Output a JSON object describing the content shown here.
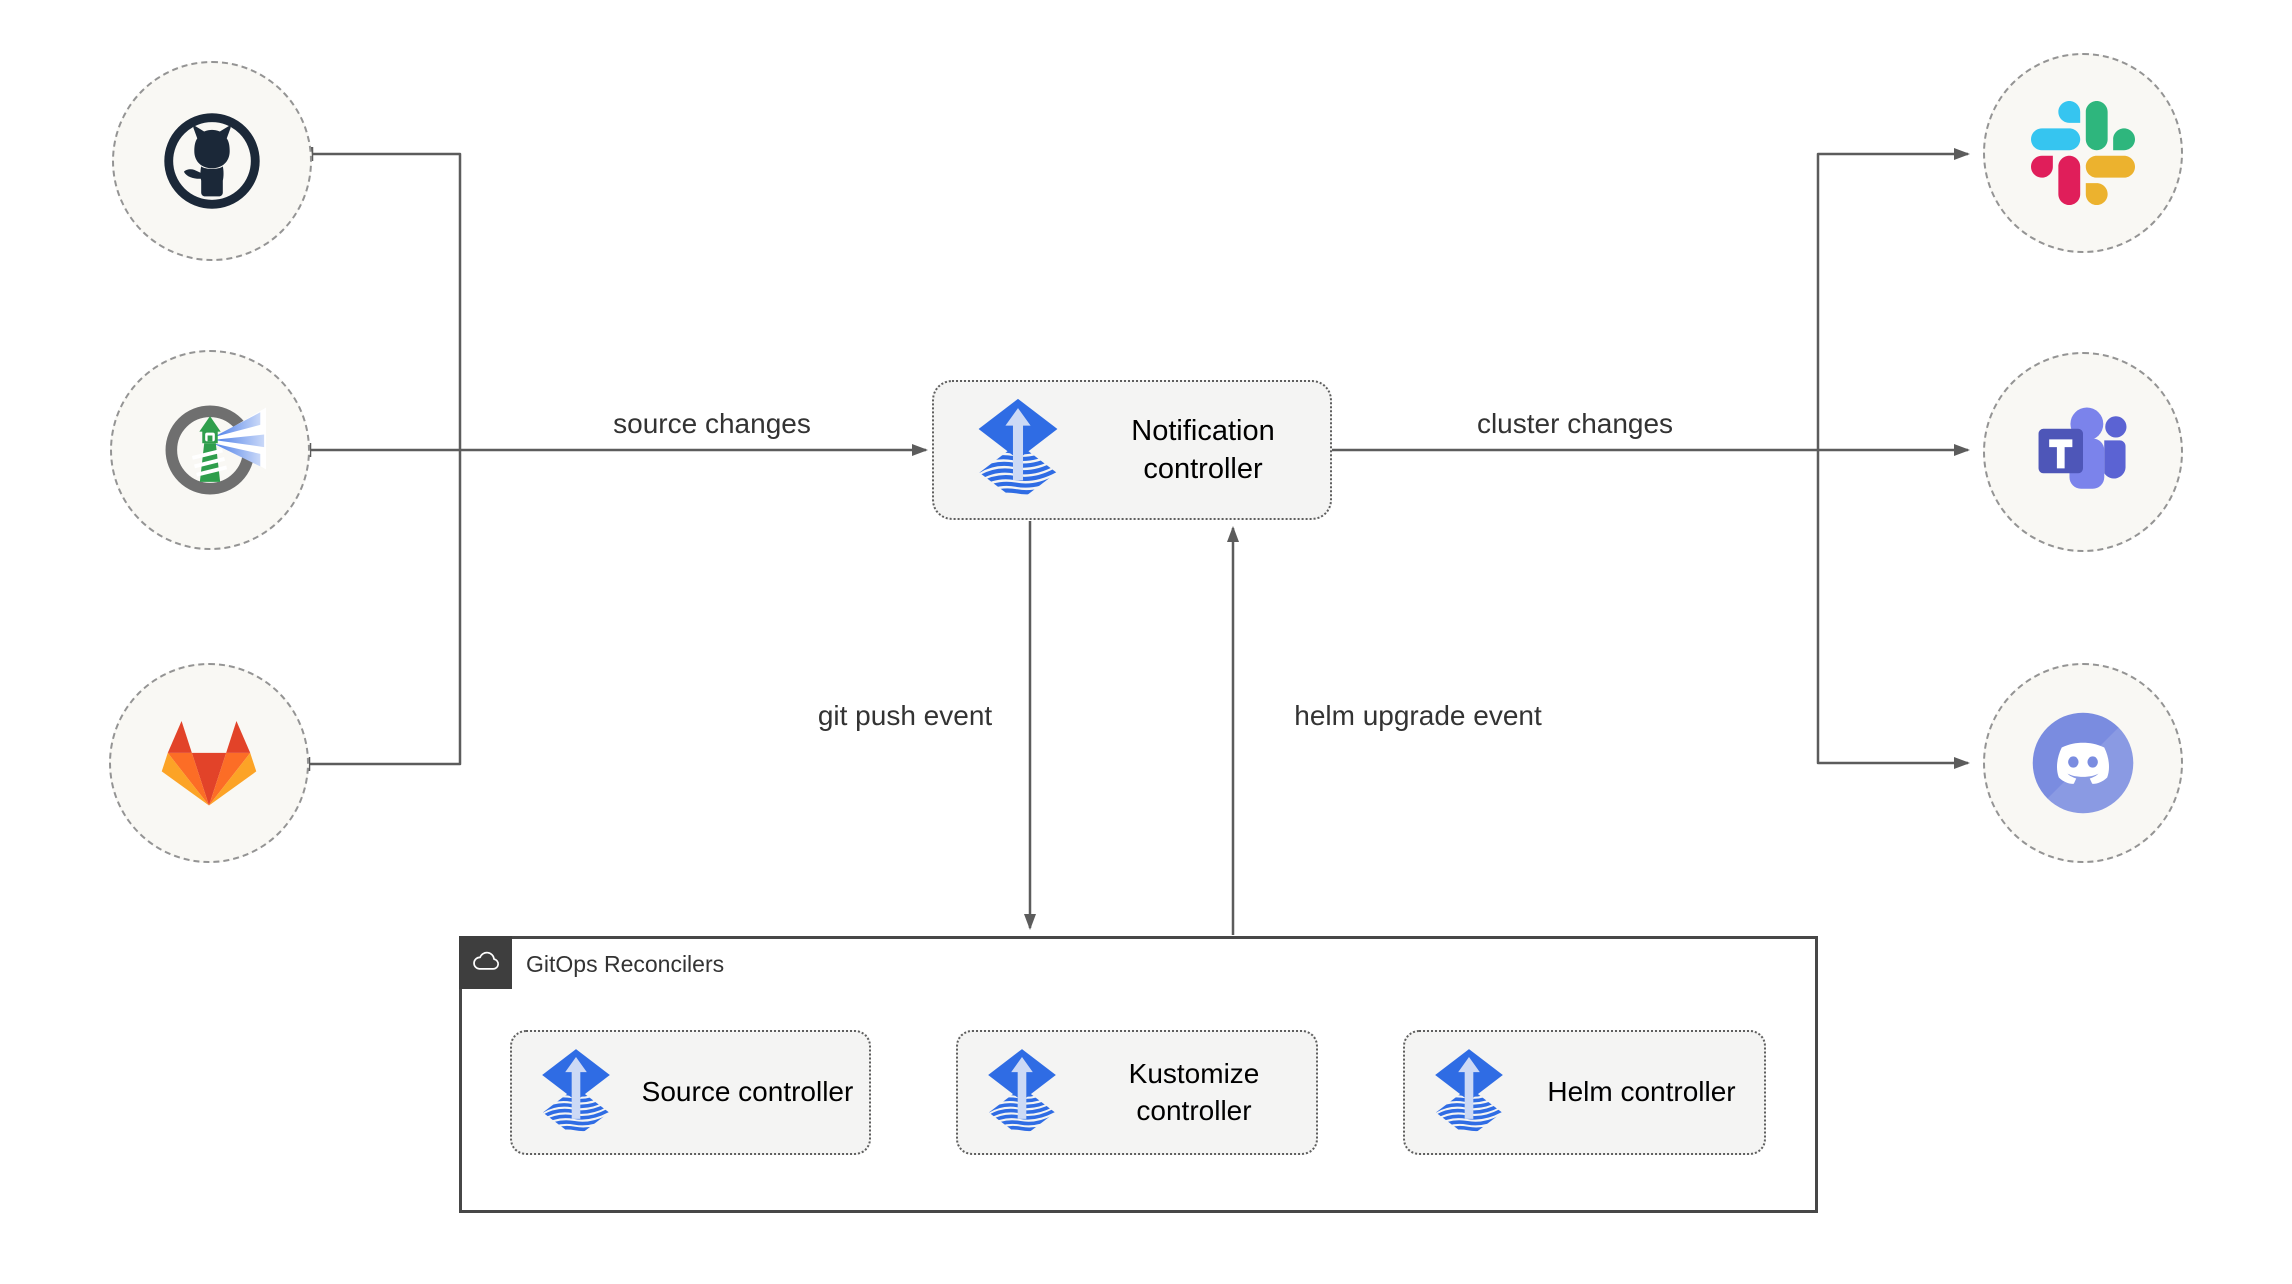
{
  "sources": {
    "items": [
      {
        "icon": "github-icon"
      },
      {
        "icon": "harbor-icon"
      },
      {
        "icon": "gitlab-icon"
      }
    ]
  },
  "notifiers": {
    "items": [
      {
        "icon": "slack-icon"
      },
      {
        "icon": "teams-icon"
      },
      {
        "icon": "discord-icon"
      }
    ]
  },
  "controllers": {
    "notification": {
      "label": "Notification controller",
      "icon": "flux-icon"
    },
    "source": {
      "label": "Source controller",
      "icon": "flux-icon"
    },
    "kustomize": {
      "label": "Kustomize controller",
      "icon": "flux-icon"
    },
    "helm": {
      "label": "Helm controller",
      "icon": "flux-icon"
    }
  },
  "group": {
    "label": "GitOps Reconcilers",
    "icon": "cloud-icon"
  },
  "edges": {
    "source_changes": {
      "label": "source changes"
    },
    "cluster_changes": {
      "label": "cluster changes"
    },
    "git_push": {
      "label": "git push event"
    },
    "helm_upgrade": {
      "label": "helm upgrade event"
    }
  },
  "colors": {
    "flux_blue": "#2f6ce4",
    "flux_arrow_light": "#ccd9f5",
    "wire": "#5c5c5c",
    "node_fill": "#f4f4f3",
    "node_border": "#5e5e5e",
    "circle_fill": "#f9f8f4",
    "circle_border": "#949494",
    "group_border": "#474747",
    "group_badge_bg": "#3e3e3e",
    "github_dark": "#1b2838",
    "harbor_green": "#2f9e4c",
    "gitlab_red": "#e24329",
    "gitlab_orange": "#fc6d26",
    "gitlab_amber": "#fca326",
    "slack_blue": "#36C5F0",
    "slack_green": "#2EB67D",
    "slack_yellow": "#ECB22E",
    "slack_pink": "#E01E5A",
    "teams_purple": "#4E56B8",
    "teams_light_purple": "#7B83EB",
    "discord_blurple": "#7a8ce0"
  }
}
